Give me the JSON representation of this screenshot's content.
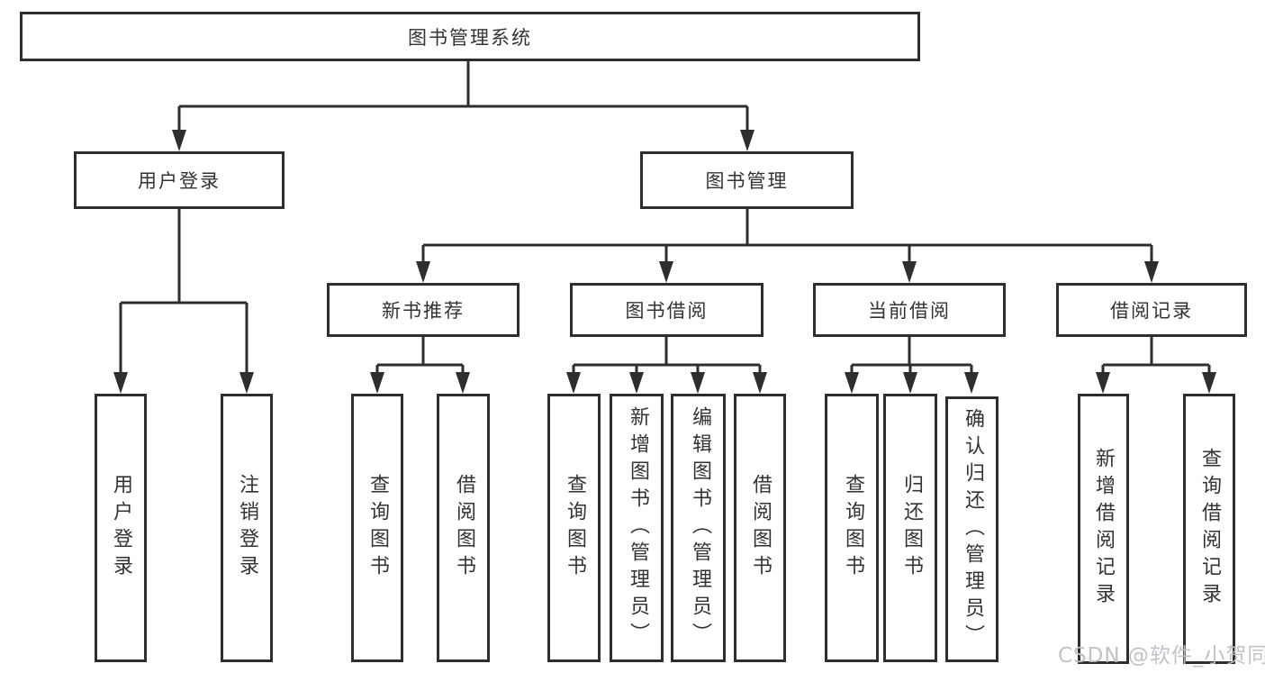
{
  "tree": {
    "label": "图书管理系统",
    "children": [
      {
        "label": "用户登录",
        "children": [
          {
            "label": "用户登录"
          },
          {
            "label": "注销登录"
          }
        ]
      },
      {
        "label": "图书管理",
        "children": [
          {
            "label": "新书推荐",
            "children": [
              {
                "label": "查询图书"
              },
              {
                "label": "借阅图书"
              }
            ]
          },
          {
            "label": "图书借阅",
            "children": [
              {
                "label": "查询图书"
              },
              {
                "label": "新增图书（管理员）"
              },
              {
                "label": "编辑图书（管理员）"
              },
              {
                "label": "借阅图书"
              }
            ]
          },
          {
            "label": "当前借阅",
            "children": [
              {
                "label": "查询图书"
              },
              {
                "label": "归还图书"
              },
              {
                "label": "确认归还（管理员）"
              }
            ]
          },
          {
            "label": "借阅记录",
            "children": [
              {
                "label": "新增借阅记录"
              },
              {
                "label": "查询借阅记录"
              }
            ]
          }
        ]
      }
    ]
  },
  "watermark": {
    "text": "CSDN @软件_小贺同学",
    "color": "#bcc0c5"
  },
  "style": {
    "line_color": "#2e2e2e",
    "text_color": "#333333",
    "background_color": "#ffffff"
  }
}
